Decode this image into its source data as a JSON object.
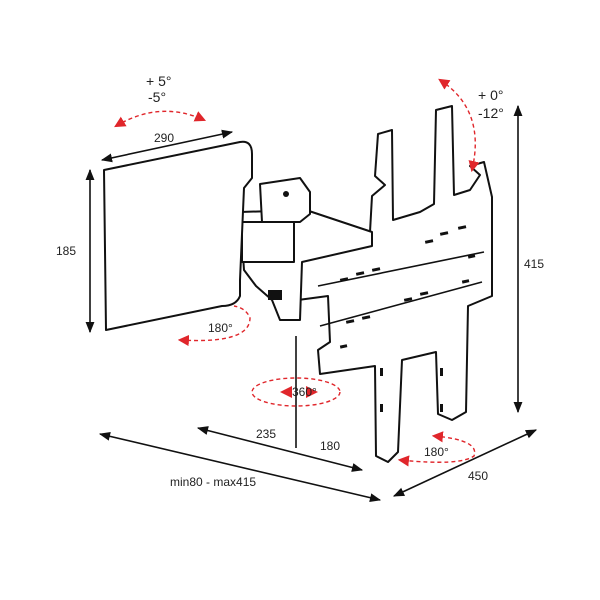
{
  "diagram": {
    "tilt_plus": "+ 5°",
    "tilt_minus": "-5°",
    "width_label": "290",
    "height_label": "185",
    "swivel_label": "180°",
    "rotation_label": "360°",
    "wall_swivel_label": "180°",
    "top_tilt_plus": "+ 0°",
    "top_tilt_minus": "-12°",
    "total_height_label": "415",
    "arm_length_1": "235",
    "arm_length_2": "180",
    "depth_label": "450",
    "extension_label": "min80 - max415"
  },
  "colors": {
    "ink": "#111111",
    "accent_red": "#e0262b",
    "background": "#ffffff"
  }
}
